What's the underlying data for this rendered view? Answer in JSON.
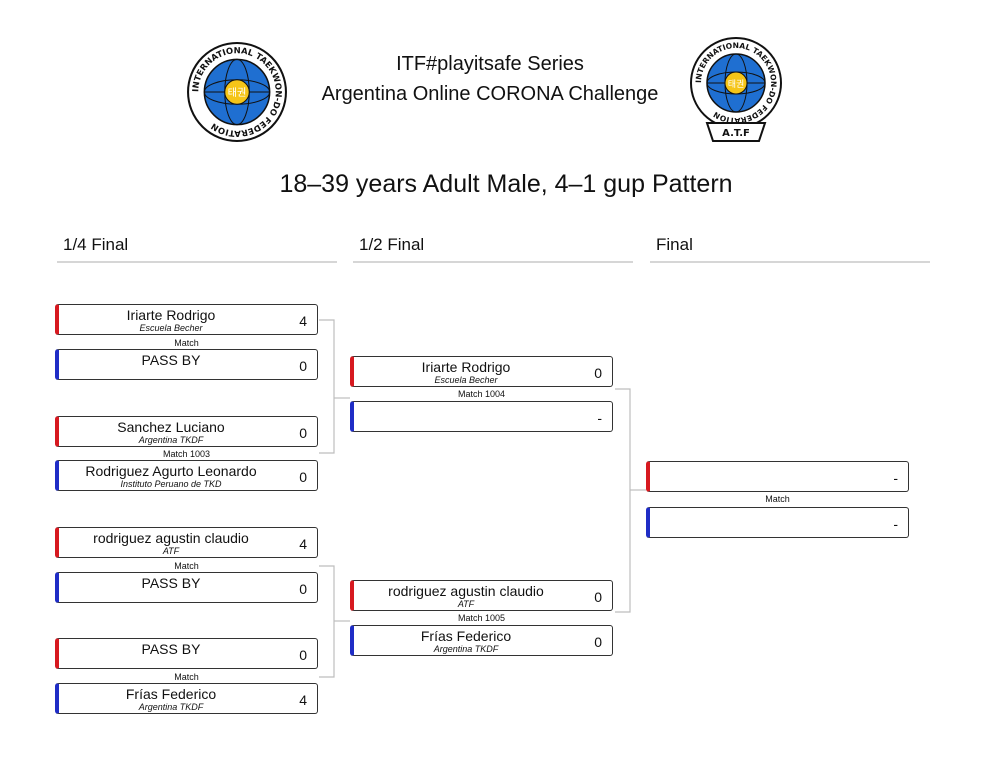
{
  "header": {
    "line1": "ITF#playitsafe Series",
    "line2": "Argentina Online CORONA Challenge",
    "subtitle": "18–39 years Adult Male, 4–1 gup Pattern"
  },
  "logos": {
    "left": {
      "ring_text": "INTERNATIONAL TAEKWON-DO FEDERATION",
      "glyphs": "태권"
    },
    "right": {
      "ring_text": "INTERNATIONAL TAEKWON-DO FEDERATION",
      "glyphs": "태권",
      "banner": "A.T.F"
    }
  },
  "colors": {
    "red_corner": "#d71920",
    "blue_corner": "#1f2dc6",
    "logo_blue": "#1f6fd1",
    "logo_yellow": "#f5c518"
  },
  "rounds": [
    {
      "label": "1/4 Final",
      "matches": [
        {
          "label": "Match",
          "red": {
            "name": "Iriarte Rodrigo",
            "club": "Escuela Becher",
            "score": "4"
          },
          "blue": {
            "name": "PASS BY",
            "club": "",
            "score": "0"
          }
        },
        {
          "label": "Match 1003",
          "red": {
            "name": "Sanchez Luciano",
            "club": "Argentina TKDF",
            "score": "0"
          },
          "blue": {
            "name": "Rodriguez Agurto Leonardo",
            "club": "Instituto Peruano de TKD",
            "score": "0"
          }
        },
        {
          "label": "Match",
          "red": {
            "name": "rodriguez agustin claudio",
            "club": "ATF",
            "score": "4"
          },
          "blue": {
            "name": "PASS BY",
            "club": "",
            "score": "0"
          }
        },
        {
          "label": "Match",
          "red": {
            "name": "PASS BY",
            "club": "",
            "score": "0"
          },
          "blue": {
            "name": "Frías Federico",
            "club": "Argentina TKDF",
            "score": "4"
          }
        }
      ]
    },
    {
      "label": "1/2 Final",
      "matches": [
        {
          "label": "Match 1004",
          "red": {
            "name": "Iriarte Rodrigo",
            "club": "Escuela Becher",
            "score": "0"
          },
          "blue": {
            "name": "",
            "club": "",
            "score": "-"
          }
        },
        {
          "label": "Match 1005",
          "red": {
            "name": "rodriguez agustin claudio",
            "club": "ATF",
            "score": "0"
          },
          "blue": {
            "name": "Frías Federico",
            "club": "Argentina TKDF",
            "score": "0"
          }
        }
      ]
    },
    {
      "label": "Final",
      "matches": [
        {
          "label": "Match",
          "red": {
            "name": "",
            "club": "",
            "score": "-"
          },
          "blue": {
            "name": "",
            "club": "",
            "score": "-"
          }
        }
      ]
    }
  ]
}
